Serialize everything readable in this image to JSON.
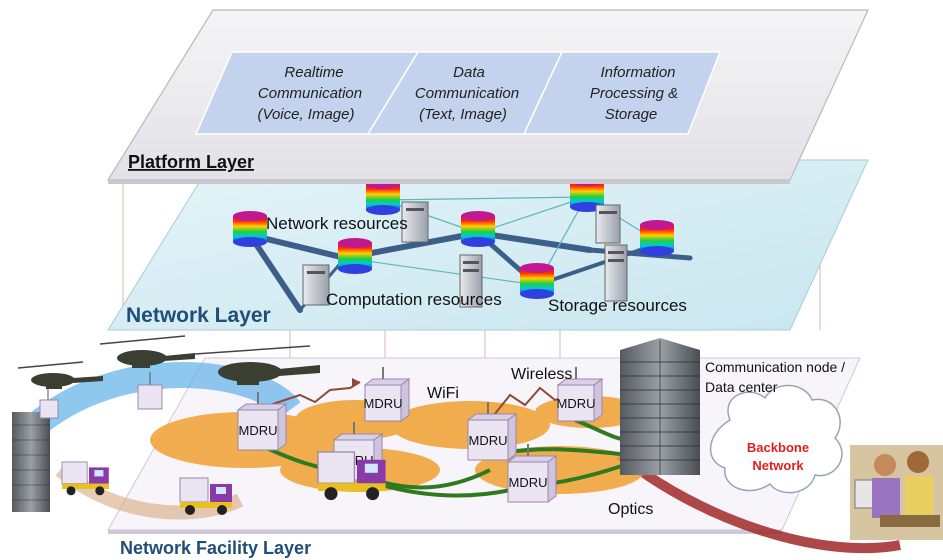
{
  "platform_layer": {
    "title": "Platform Layer",
    "services": [
      {
        "lines": [
          "Realtime",
          "Communication",
          "(Voice, Image)"
        ]
      },
      {
        "lines": [
          "Data",
          "Communication",
          "(Text, Image)"
        ]
      },
      {
        "lines": [
          "Information",
          "Processing &",
          "Storage"
        ]
      }
    ]
  },
  "network_layer": {
    "title": "Network Layer",
    "labels": {
      "network_resources": "Network resources",
      "computation_resources": "Computation resources",
      "storage_resources": "Storage resources"
    }
  },
  "facility_layer": {
    "title": "Network Facility Layer",
    "mdru_label": "MDRU",
    "wifi": "WiFi",
    "wireless": "Wireless",
    "optics": "Optics",
    "comm_node_line1": "Communication node /",
    "comm_node_line2": "Data center",
    "backbone_line1": "Backbone",
    "backbone_line2": "Network"
  },
  "colors": {
    "platform_fill": "#ededf0",
    "network_fill": "#d6eef5",
    "facility_fill": "#f7f4fa",
    "service_box": "#c3d3ee",
    "network_title": "#1f4e79",
    "backbone_text": "#e02020",
    "wifi_zone": "#f0a030",
    "fiber": "#2f7a1e"
  }
}
